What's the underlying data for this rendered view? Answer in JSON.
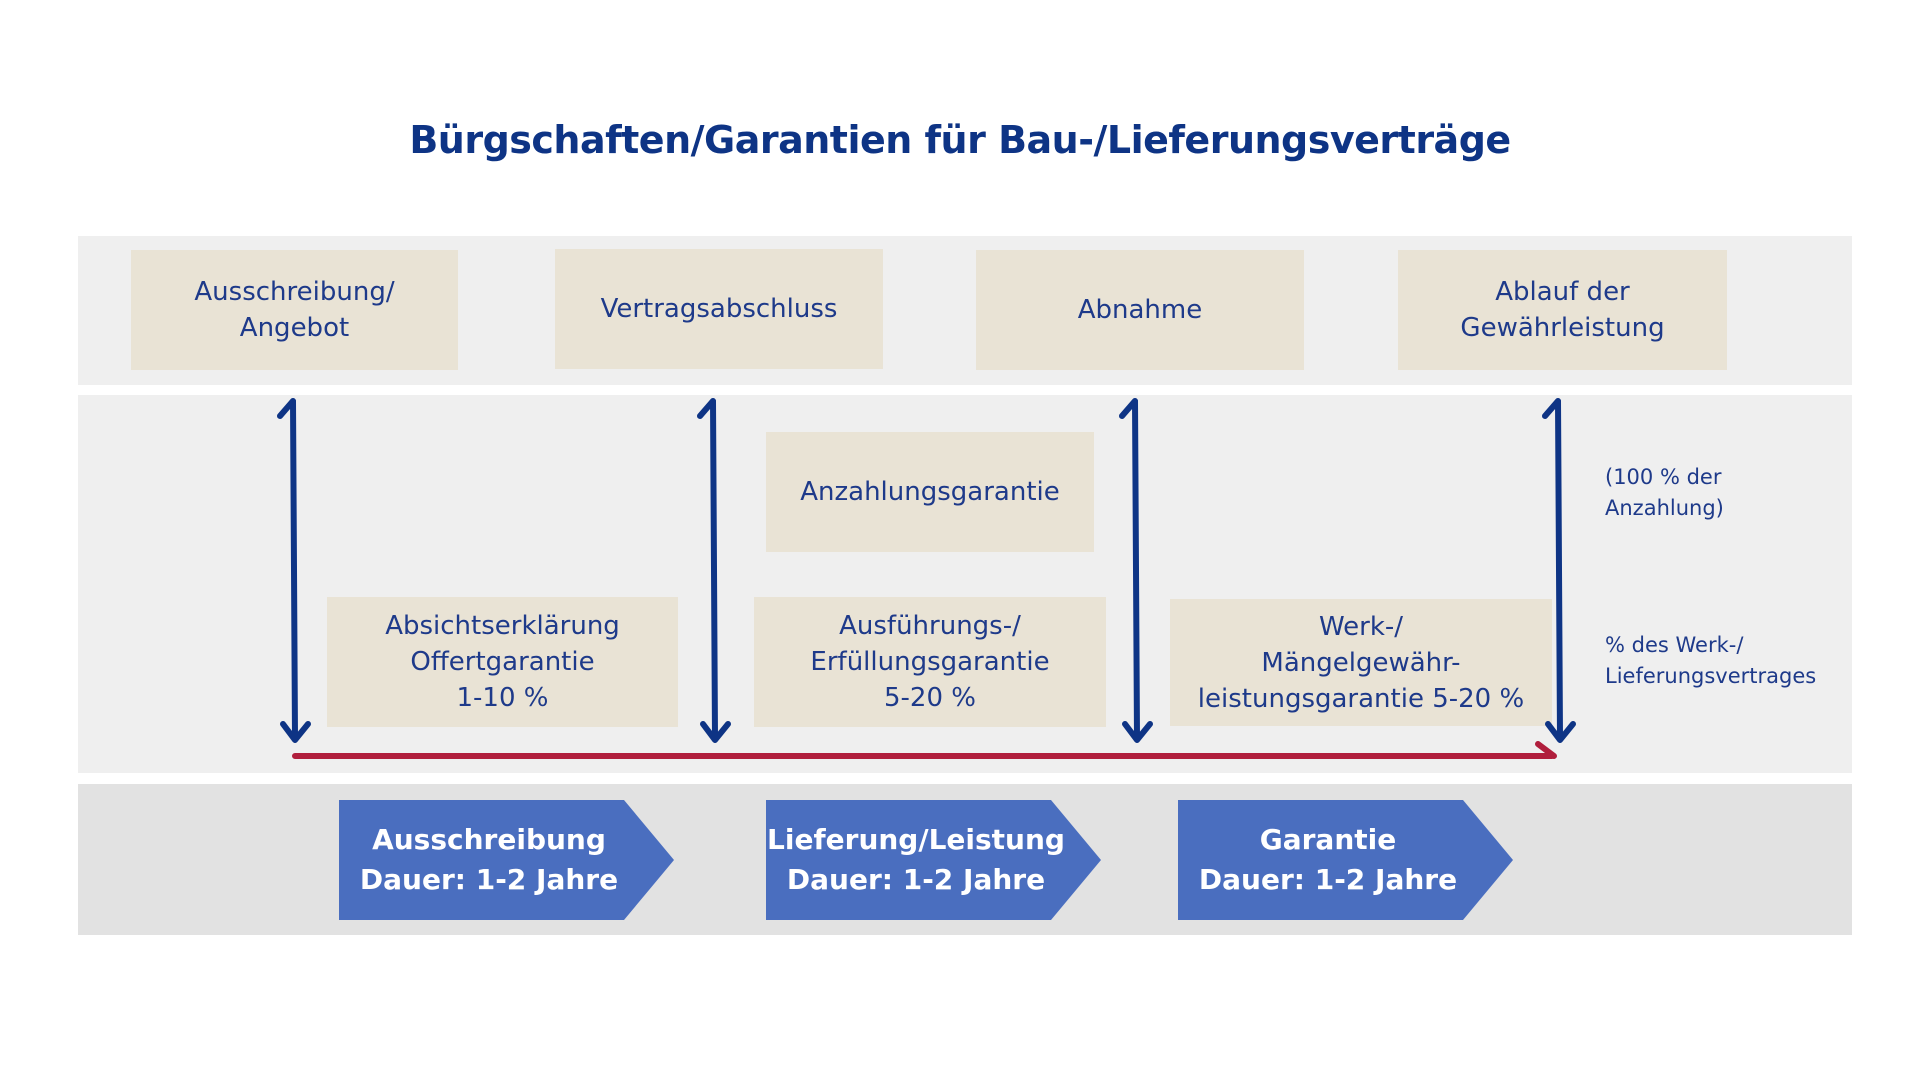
{
  "title": "Bürgschaften/Garantien für Bau-/Lieferungsverträge",
  "colors": {
    "navy": "#0e3485",
    "beige_box": "#e9e3d5",
    "band_light": "#efefef",
    "band_dark": "#e2e2e2",
    "chevron_blue": "#4a6ebf",
    "timeline_red": "#b01e3c"
  },
  "milestones": [
    {
      "label": "Ausschreibung/\nAngebot"
    },
    {
      "label": "Vertragsabschluss"
    },
    {
      "label": "Abnahme"
    },
    {
      "label": "Ablauf der\nGewährleistung"
    }
  ],
  "guarantees": {
    "advance": "Anzahlungsgarantie",
    "bid": "Absichtserklärung\nOffertgarantie\n1-10 %",
    "performance": "Ausführungs-/\nErfüllungsgarantie\n5-20 %",
    "warranty": "Werk-/\nMängelgewähr-\nleistungsgarantie 5-20 %"
  },
  "notes": {
    "advance_note": "(100 % der\nAnzahlung)",
    "contract_note": "% des Werk-/\nLieferungsvertrages"
  },
  "phases": [
    {
      "label": "Ausschreibung\nDauer: 1-2 Jahre"
    },
    {
      "label": "Lieferung/Leistung\nDauer: 1-2 Jahre"
    },
    {
      "label": "Garantie\nDauer: 1-2 Jahre"
    }
  ]
}
